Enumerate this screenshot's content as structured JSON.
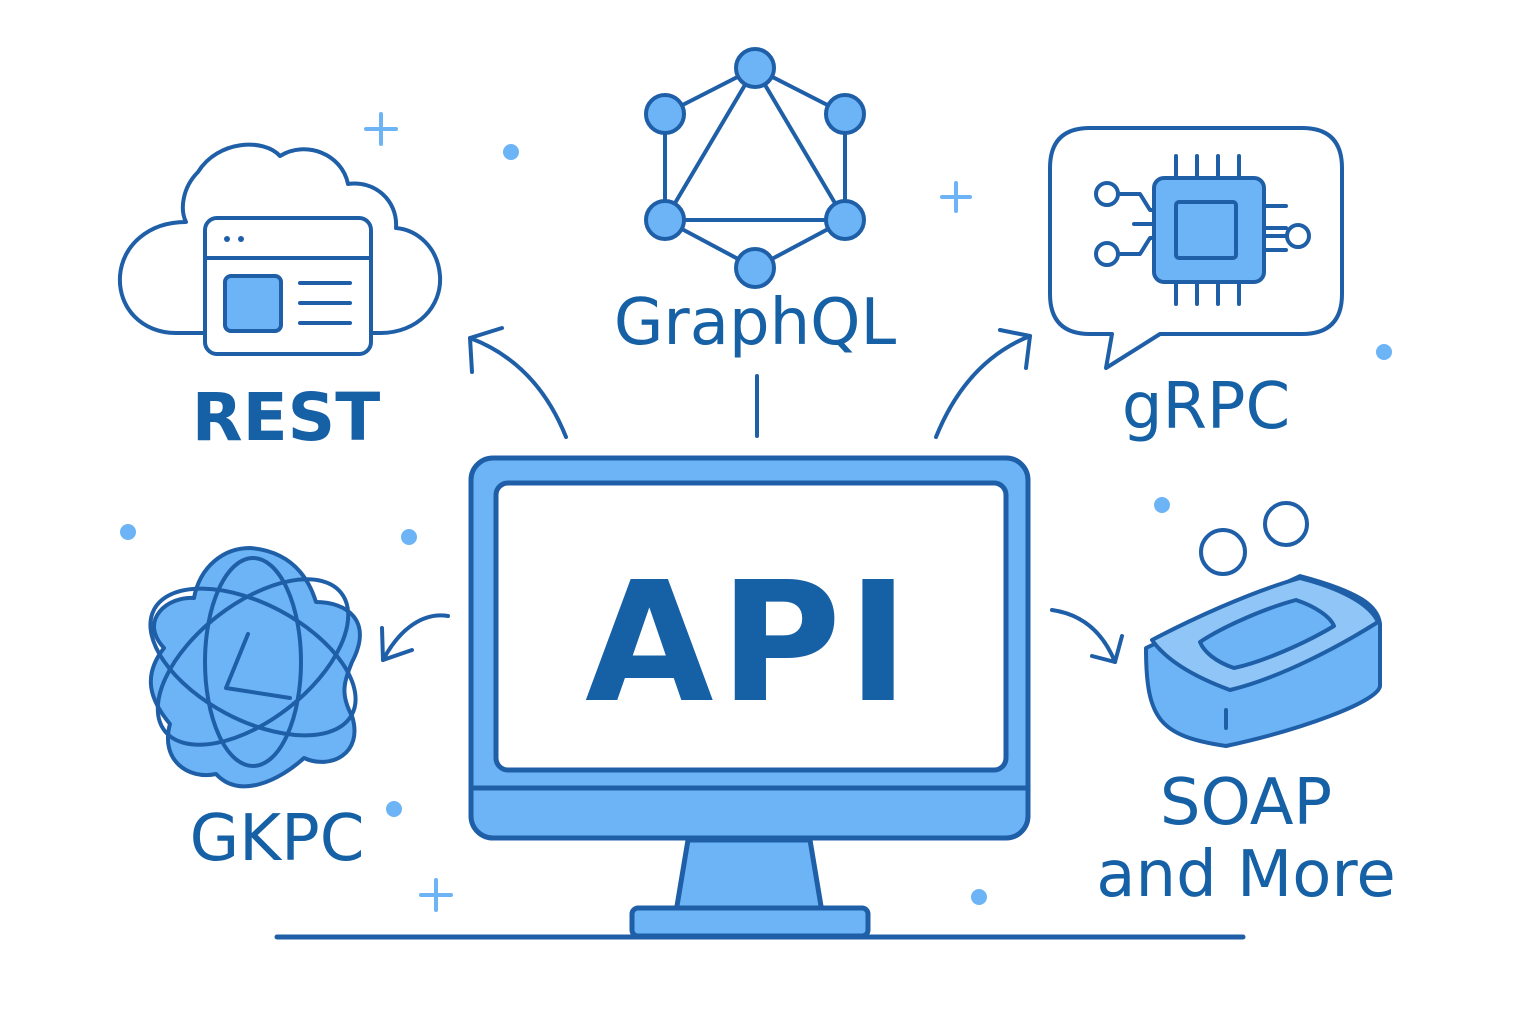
{
  "center": {
    "label": "API"
  },
  "nodes": {
    "rest": {
      "label": "REST",
      "icon": "cloud-browser-icon"
    },
    "graphql": {
      "label": "GraphQL",
      "icon": "graphql-graph-icon"
    },
    "grpc_top": {
      "label": "gRPC",
      "icon": "chip-speech-bubble-icon"
    },
    "grpc_left": {
      "label": "GKPC",
      "icon": "atom-orbit-icon"
    },
    "soap": {
      "label_line1": "SOAP",
      "label_line2": "and More",
      "icon": "soap-bar-icon"
    }
  },
  "colors": {
    "stroke": "#1f5fa8",
    "text": "#1660a6",
    "fill": "#6cb4f5",
    "fill_light": "#8fc6f7",
    "background": "#ffffff"
  }
}
